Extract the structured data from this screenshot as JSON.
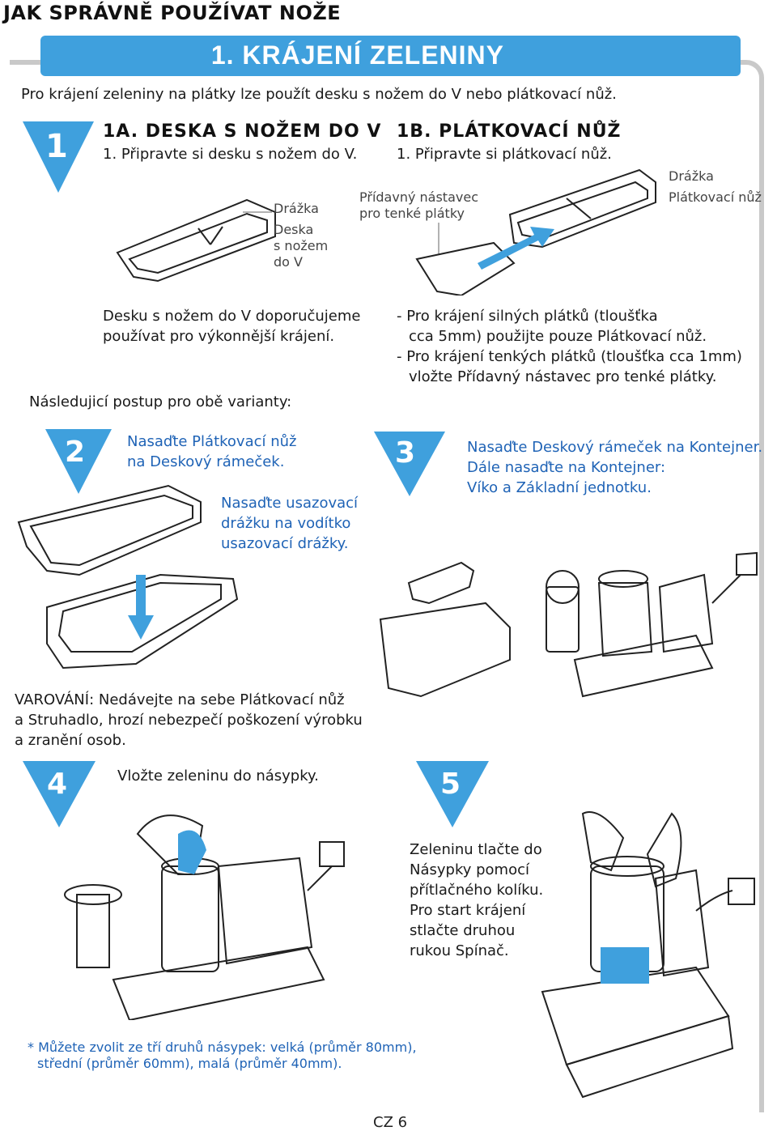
{
  "header": {
    "title": "JAK SPRÁVNĚ POUŽÍVAT NOŽE",
    "section": "1. KRÁJENÍ ZELENINY",
    "intro": "Pro krájení zeleniny na plátky lze použít desku s nožem do V nebo plátkovací nůž."
  },
  "step1": {
    "number": "1",
    "a_title": "1A. DESKA S NOŽEM DO V",
    "a_text": "1. Připravte si desku s nožem do V.",
    "a_label_groove": "Drážka",
    "a_label_board": [
      "Deska",
      "s nožem",
      "do V"
    ],
    "a_note": [
      "Desku s nožem do V doporučujeme",
      "používat pro výkonnější krájení."
    ],
    "b_title": "1B.  PLÁTKOVACÍ NŮŽ",
    "b_text": "1. Připravte si plátkovací nůž.",
    "b_label_attachment": [
      "Přídavný nástavec",
      "pro tenké plátky"
    ],
    "b_label_groove": "Drážka",
    "b_label_knife": "Plátkovací nůž",
    "b_notes": [
      "- Pro krájení silných plátků (tloušťka",
      "cca 5mm) použijte pouze Plátkovací nůž.",
      "- Pro krájení tenkých plátků (tloušťka cca 1mm)",
      "vložte Přídavný nástavec pro tenké plátky."
    ]
  },
  "both_variants": "Následujicí postup pro obě varianty:",
  "step2": {
    "number": "2",
    "text": [
      "Nasaďte Plátkovací nůž",
      "na Deskový rámeček."
    ],
    "text2": [
      "Nasaďte usazovací",
      "drážku na vodítko",
      "usazovací drážky."
    ]
  },
  "step3": {
    "number": "3",
    "text": [
      "Nasaďte Deskový rámeček na Kontejner.",
      "Dále nasaďte na Kontejner:",
      "Víko a Základní jednotku."
    ]
  },
  "warning": [
    "VAROVÁNÍ: Nedávejte na sebe Plátkovací nůž",
    "a Struhadlo, hrozí nebezpečí poškození výrobku",
    "a zranění osob."
  ],
  "step4": {
    "number": "4",
    "text": "Vložte zeleninu do násypky."
  },
  "step5": {
    "number": "5",
    "text": [
      "Zeleninu tlačte do",
      "Násypky pomocí",
      "přítlačného kolíku.",
      "Pro start krájení",
      "stlačte druhou",
      "rukou Spínač."
    ]
  },
  "footnote": [
    "* Můžete zvolit ze tří druhů násypek: velká (průměr 80mm),",
    "střední (průměr 60mm), malá (průměr 40mm)."
  ],
  "page": "CZ 6",
  "colors": {
    "accent": "#3fa0dd",
    "text_blue": "#1f63b6",
    "frame": "#c9c9c9"
  }
}
